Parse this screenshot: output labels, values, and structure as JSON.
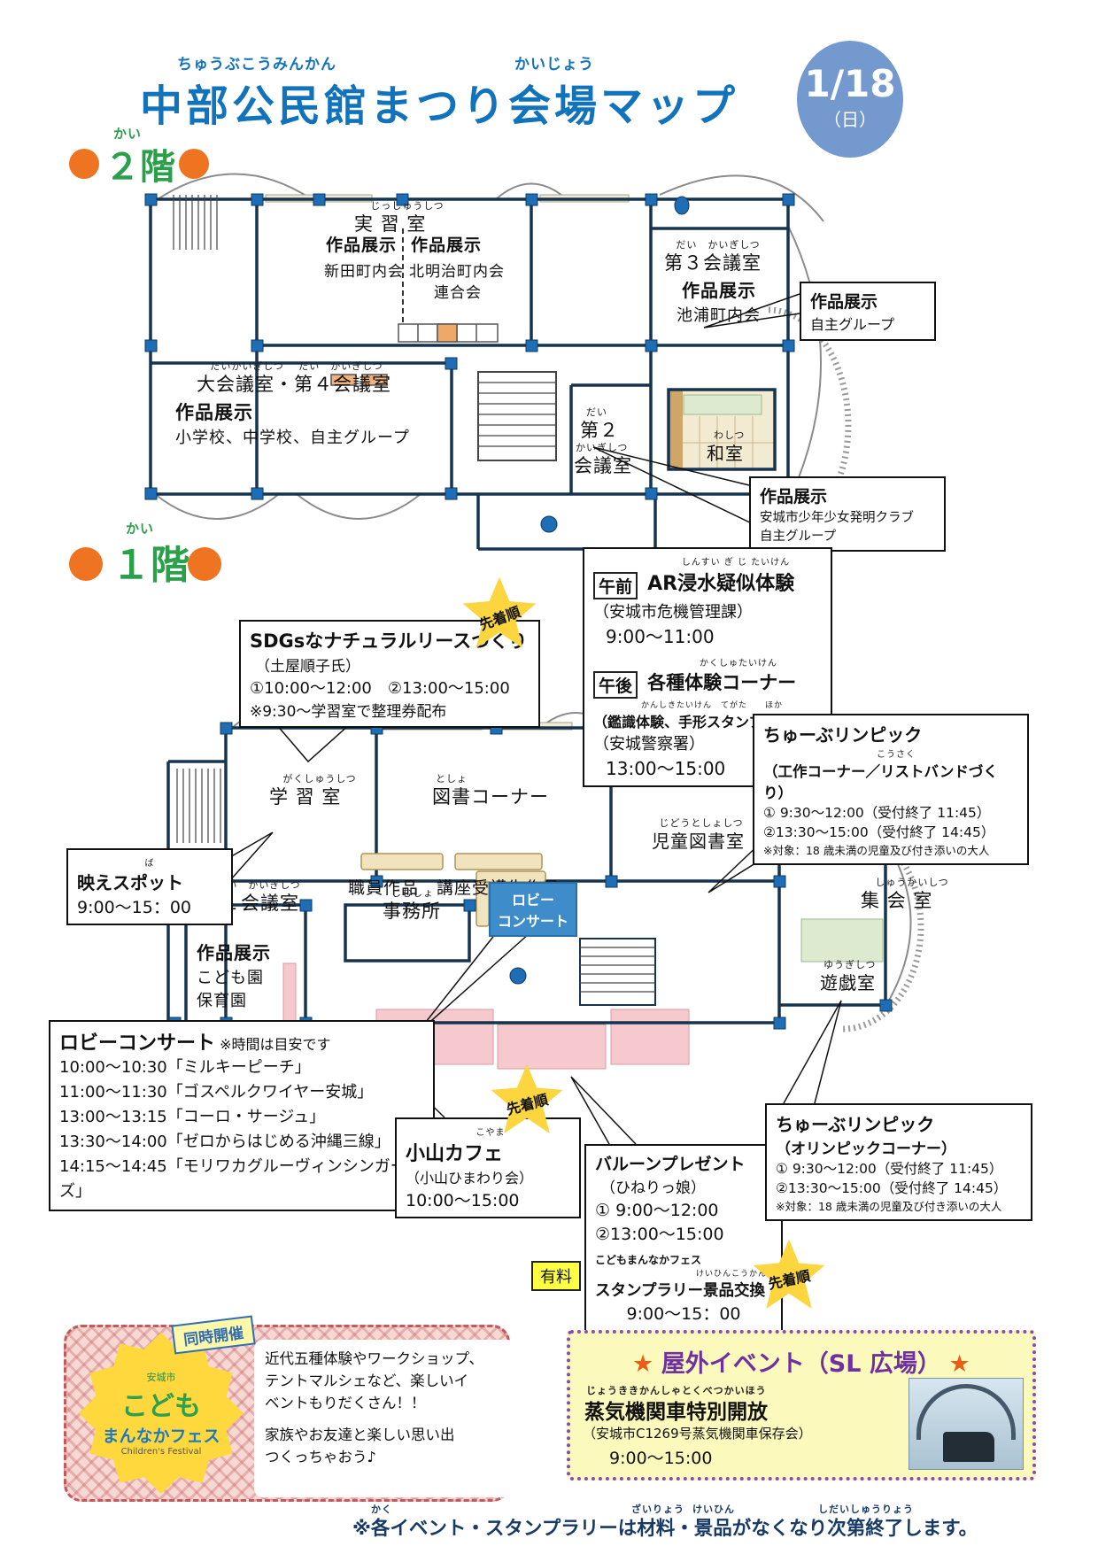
{
  "common": {
    "tenji": "作品展示",
    "star": "先着順"
  },
  "header": {
    "furi_left": "ちゅうぶこうみんかん",
    "furi_right": "かいじょう",
    "title": "中部公民館まつり会場マップ",
    "date": "1/18",
    "day": "（日）"
  },
  "floor2": {
    "marker_furi": "かい",
    "marker": "２階",
    "jisshu_furi": "じっしゅうしつ",
    "jisshu": "実 習 室",
    "shinden": "新田町内会",
    "kitameiji1": "北明治町内会",
    "kitameiji2": "連合会",
    "dai3_furi": "だい　かいぎしつ",
    "dai3": "第３会議室",
    "ikeura": "池浦町内会",
    "daikaigi_furi": "だいかいぎしつ　 だい　かいぎしつ",
    "daikaigi": "大会議室・第４会議室",
    "daikaigi_body": "小学校、中学校、自主グループ",
    "dai2_furi1": "だい",
    "dai2_line1": "第２",
    "dai2_furi2": "かいぎしつ",
    "dai2_line2": "会議室",
    "washitsu_furi": "わしつ",
    "washitsu": "和室",
    "jishu_group": "自主グループ",
    "hatsumei_line1": "安城市少年少女発明クラブ",
    "hatsumei_line2": "自主グループ"
  },
  "floor1": {
    "marker_furi": "かい",
    "marker": "１階",
    "gakushu_furi": "がくしゅうしつ",
    "gakushu": "学 習 室",
    "tosho_furi": "としょ",
    "tosho": "図書コーナー",
    "shokuin": "職員作品　講座受講生作品",
    "jido_furi": "じどうとしょしつ",
    "jido": "児童図書室",
    "dai1_furi": "だい　かいぎしつ",
    "dai1": "第１会議室",
    "dai1_body1": "こども園",
    "dai1_body2": "保育園",
    "jimusho_furi": "じむしょ",
    "jimusho": "事務所",
    "lobby1": "ロビー",
    "lobby2": "コンサート",
    "shukai_furi": "しゅうかいしつ",
    "shukai": "集 会 室",
    "yugi_furi": "ゆうぎしつ",
    "yugi": "遊戯室"
  },
  "sdgs": {
    "title": "SDGsなナチュラルリースづくり",
    "line1": "（土屋順子氏）",
    "line2": "①10:00～12:00　②13:00～15:00",
    "line3": "※9:30～学習室で整理券配布"
  },
  "ar": {
    "am_label": "午前",
    "am_furi": "しんすい ぎ じ たいけん",
    "am_title": "AR浸水疑似体験",
    "am_line1": "（安城市危機管理課）",
    "am_time": "9:00～11:00",
    "pm_label": "午後",
    "pm_furi": "かくしゅたいけん",
    "pm_title": "各種体験コーナー",
    "pm_furi2": "かんしきたいけん　てがた　　ほか",
    "pm_line1": "（鑑識体験、手形スタンプ他）",
    "pm_line2": "（安城警察署）",
    "pm_time": "13:00～15:00"
  },
  "kosaku": {
    "title": "ちゅーぶリンピック",
    "furi": "こうさく",
    "subtitle": "（工作コーナー／リストバンドづくり）",
    "line1": "① 9:30～12:00（受付終了 11:45）",
    "line2": "②13:30～15:00（受付終了 14:45）",
    "line3": "※対象：18 歳未満の児童及び付き添いの大人"
  },
  "haespot": {
    "furi": "ば",
    "title": "映えスポット",
    "time": "9:00～15：00"
  },
  "lobby_concert": {
    "title": "ロビーコンサート",
    "note": "※時間は目安です",
    "schedule": [
      "10:00～10:30「ミルキーピーチ」",
      "11:00～11:30「ゴスペルクワイヤー安城」",
      "13:00～13:15「コーロ・サージュ」",
      "13:30～14:00「ゼロからはじめる沖縄三線」",
      "14:15～14:45「モリワカグルーヴィンシンガーズ」"
    ]
  },
  "koyama": {
    "furi": "こやま",
    "title": "小山カフェ",
    "line1": "（小山ひまわり会）",
    "time": "10:00～15:00",
    "badge": "有料"
  },
  "balloon": {
    "title": "バルーンプレゼント",
    "line1": "（ひねりっ娘）",
    "time1": "① 9:00～12:00",
    "time2": "②13:00～15:00",
    "stamp_head": "こどもまんなかフェス",
    "stamp_furi": "けいひんこうかん",
    "stamp_title": "スタンプラリー景品交換",
    "stamp_time": "9:00～15：00"
  },
  "olympic": {
    "title": "ちゅーぶリンピック",
    "subtitle": "（オリンピックコーナー）",
    "line1": "① 9:30～12:00（受付終了 11:45）",
    "line2": "②13:30～15:00（受付終了 14:45）",
    "line3": "※対象：18 歳未満の児童及び付き添いの大人"
  },
  "outdoor": {
    "star": "★",
    "title": "屋外イベント（SL 広場）",
    "furi": "じょうききかんしゃとくべつかいほう",
    "event": "蒸気機関車特別開放",
    "line1": "（安城市C1269号蒸気機関車保存会）",
    "time": "9:00～15:00"
  },
  "kodomo": {
    "ribbon": "同時開催",
    "city": "安城市",
    "name1": "こども",
    "name2": "まんなかフェス",
    "name_en": "Children's Festival",
    "lines": [
      "近代五種体験やワークショップ、",
      "テントマルシェなど、楽しいイ",
      "ベントもりだくさん！！",
      "家族やお友達と楽しい思い出",
      "つくっちゃおう♪"
    ]
  },
  "footer": {
    "text": "※各イベント・スタンプラリーは材料・景品がなくなり次第終了します。",
    "furi1": "かく",
    "furi2": "ざいりょう",
    "furi3": "けいひん",
    "furi4": "しだいしゅうりょう"
  }
}
